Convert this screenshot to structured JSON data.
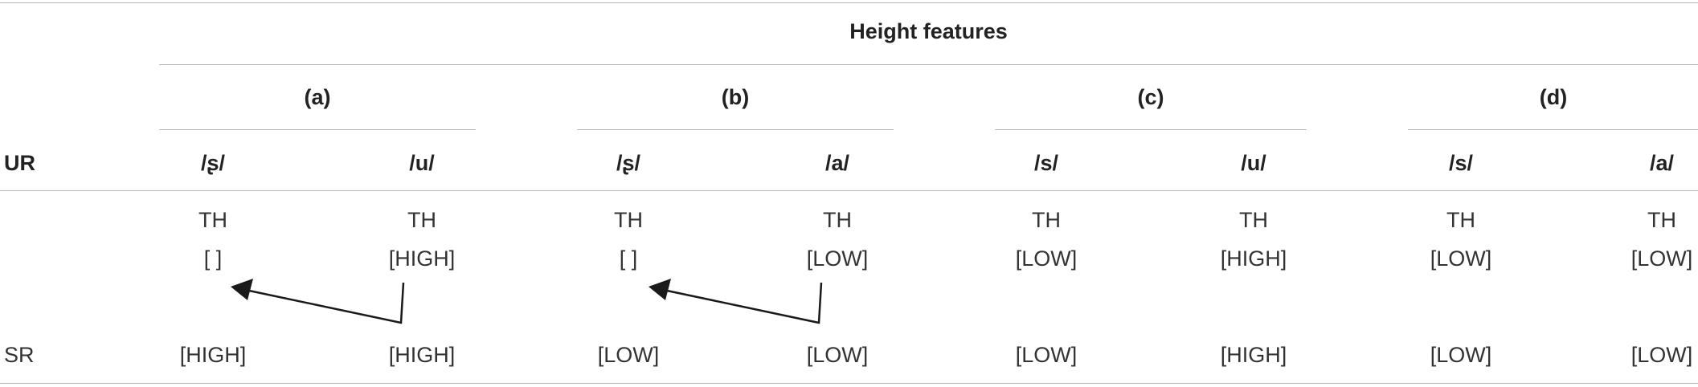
{
  "table": {
    "title": "Height features",
    "groups": [
      {
        "label": "(a)"
      },
      {
        "label": "(b)"
      },
      {
        "label": "(c)"
      },
      {
        "label": "(d)"
      }
    ],
    "ur_label": "UR",
    "sr_label": "SR",
    "columns": [
      {
        "ur": "/ʂ/",
        "th": "TH",
        "feature": "[ ]",
        "sr": "[HIGH]"
      },
      {
        "ur": "/u/",
        "th": "TH",
        "feature": "[HIGH]",
        "sr": "[HIGH]"
      },
      {
        "ur": "/ʂ/",
        "th": "TH",
        "feature": "[ ]",
        "sr": "[LOW]"
      },
      {
        "ur": "/a/",
        "th": "TH",
        "feature": "[LOW]",
        "sr": "[LOW]"
      },
      {
        "ur": "/s/",
        "th": "TH",
        "feature": "[LOW]",
        "sr": "[LOW]"
      },
      {
        "ur": "/u/",
        "th": "TH",
        "feature": "[HIGH]",
        "sr": "[HIGH]"
      },
      {
        "ur": "/s/",
        "th": "TH",
        "feature": "[LOW]",
        "sr": "[LOW]"
      },
      {
        "ur": "/a/",
        "th": "TH",
        "feature": "[LOW]",
        "sr": "[LOW]"
      }
    ]
  }
}
